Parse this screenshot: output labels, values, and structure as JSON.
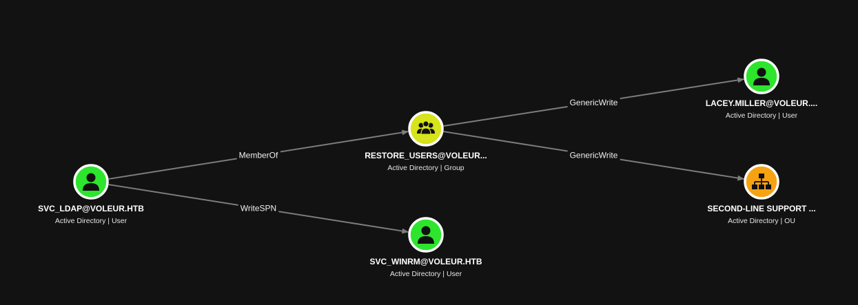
{
  "colors": {
    "background": "#121213",
    "user": "#2ee52e",
    "group": "#d7e31d",
    "ou": "#f6a313",
    "edge": "#7d7d7d"
  },
  "nodes": [
    {
      "id": "svc_ldap",
      "title": "SVC_LDAP@VOLEUR.HTB",
      "subtitle": "Active Directory | User",
      "kind": "user",
      "icon": "person-icon"
    },
    {
      "id": "restore_users",
      "title": "RESTORE_USERS@VOLEUR...",
      "subtitle": "Active Directory | Group",
      "kind": "group",
      "icon": "group-icon"
    },
    {
      "id": "svc_winrm",
      "title": "SVC_WINRM@VOLEUR.HTB",
      "subtitle": "Active Directory | User",
      "kind": "user",
      "icon": "person-icon"
    },
    {
      "id": "lacey_miller",
      "title": "LACEY.MILLER@VOLEUR....",
      "subtitle": "Active Directory | User",
      "kind": "user",
      "icon": "person-icon"
    },
    {
      "id": "second_line",
      "title": "SECOND-LINE SUPPORT ...",
      "subtitle": "Active Directory | OU",
      "kind": "ou",
      "icon": "org-chart-icon"
    }
  ],
  "edges": [
    {
      "from": "svc_ldap",
      "to": "restore_users",
      "label": "MemberOf"
    },
    {
      "from": "svc_ldap",
      "to": "svc_winrm",
      "label": "WriteSPN"
    },
    {
      "from": "restore_users",
      "to": "lacey_miller",
      "label": "GenericWrite"
    },
    {
      "from": "restore_users",
      "to": "second_line",
      "label": "GenericWrite"
    }
  ]
}
